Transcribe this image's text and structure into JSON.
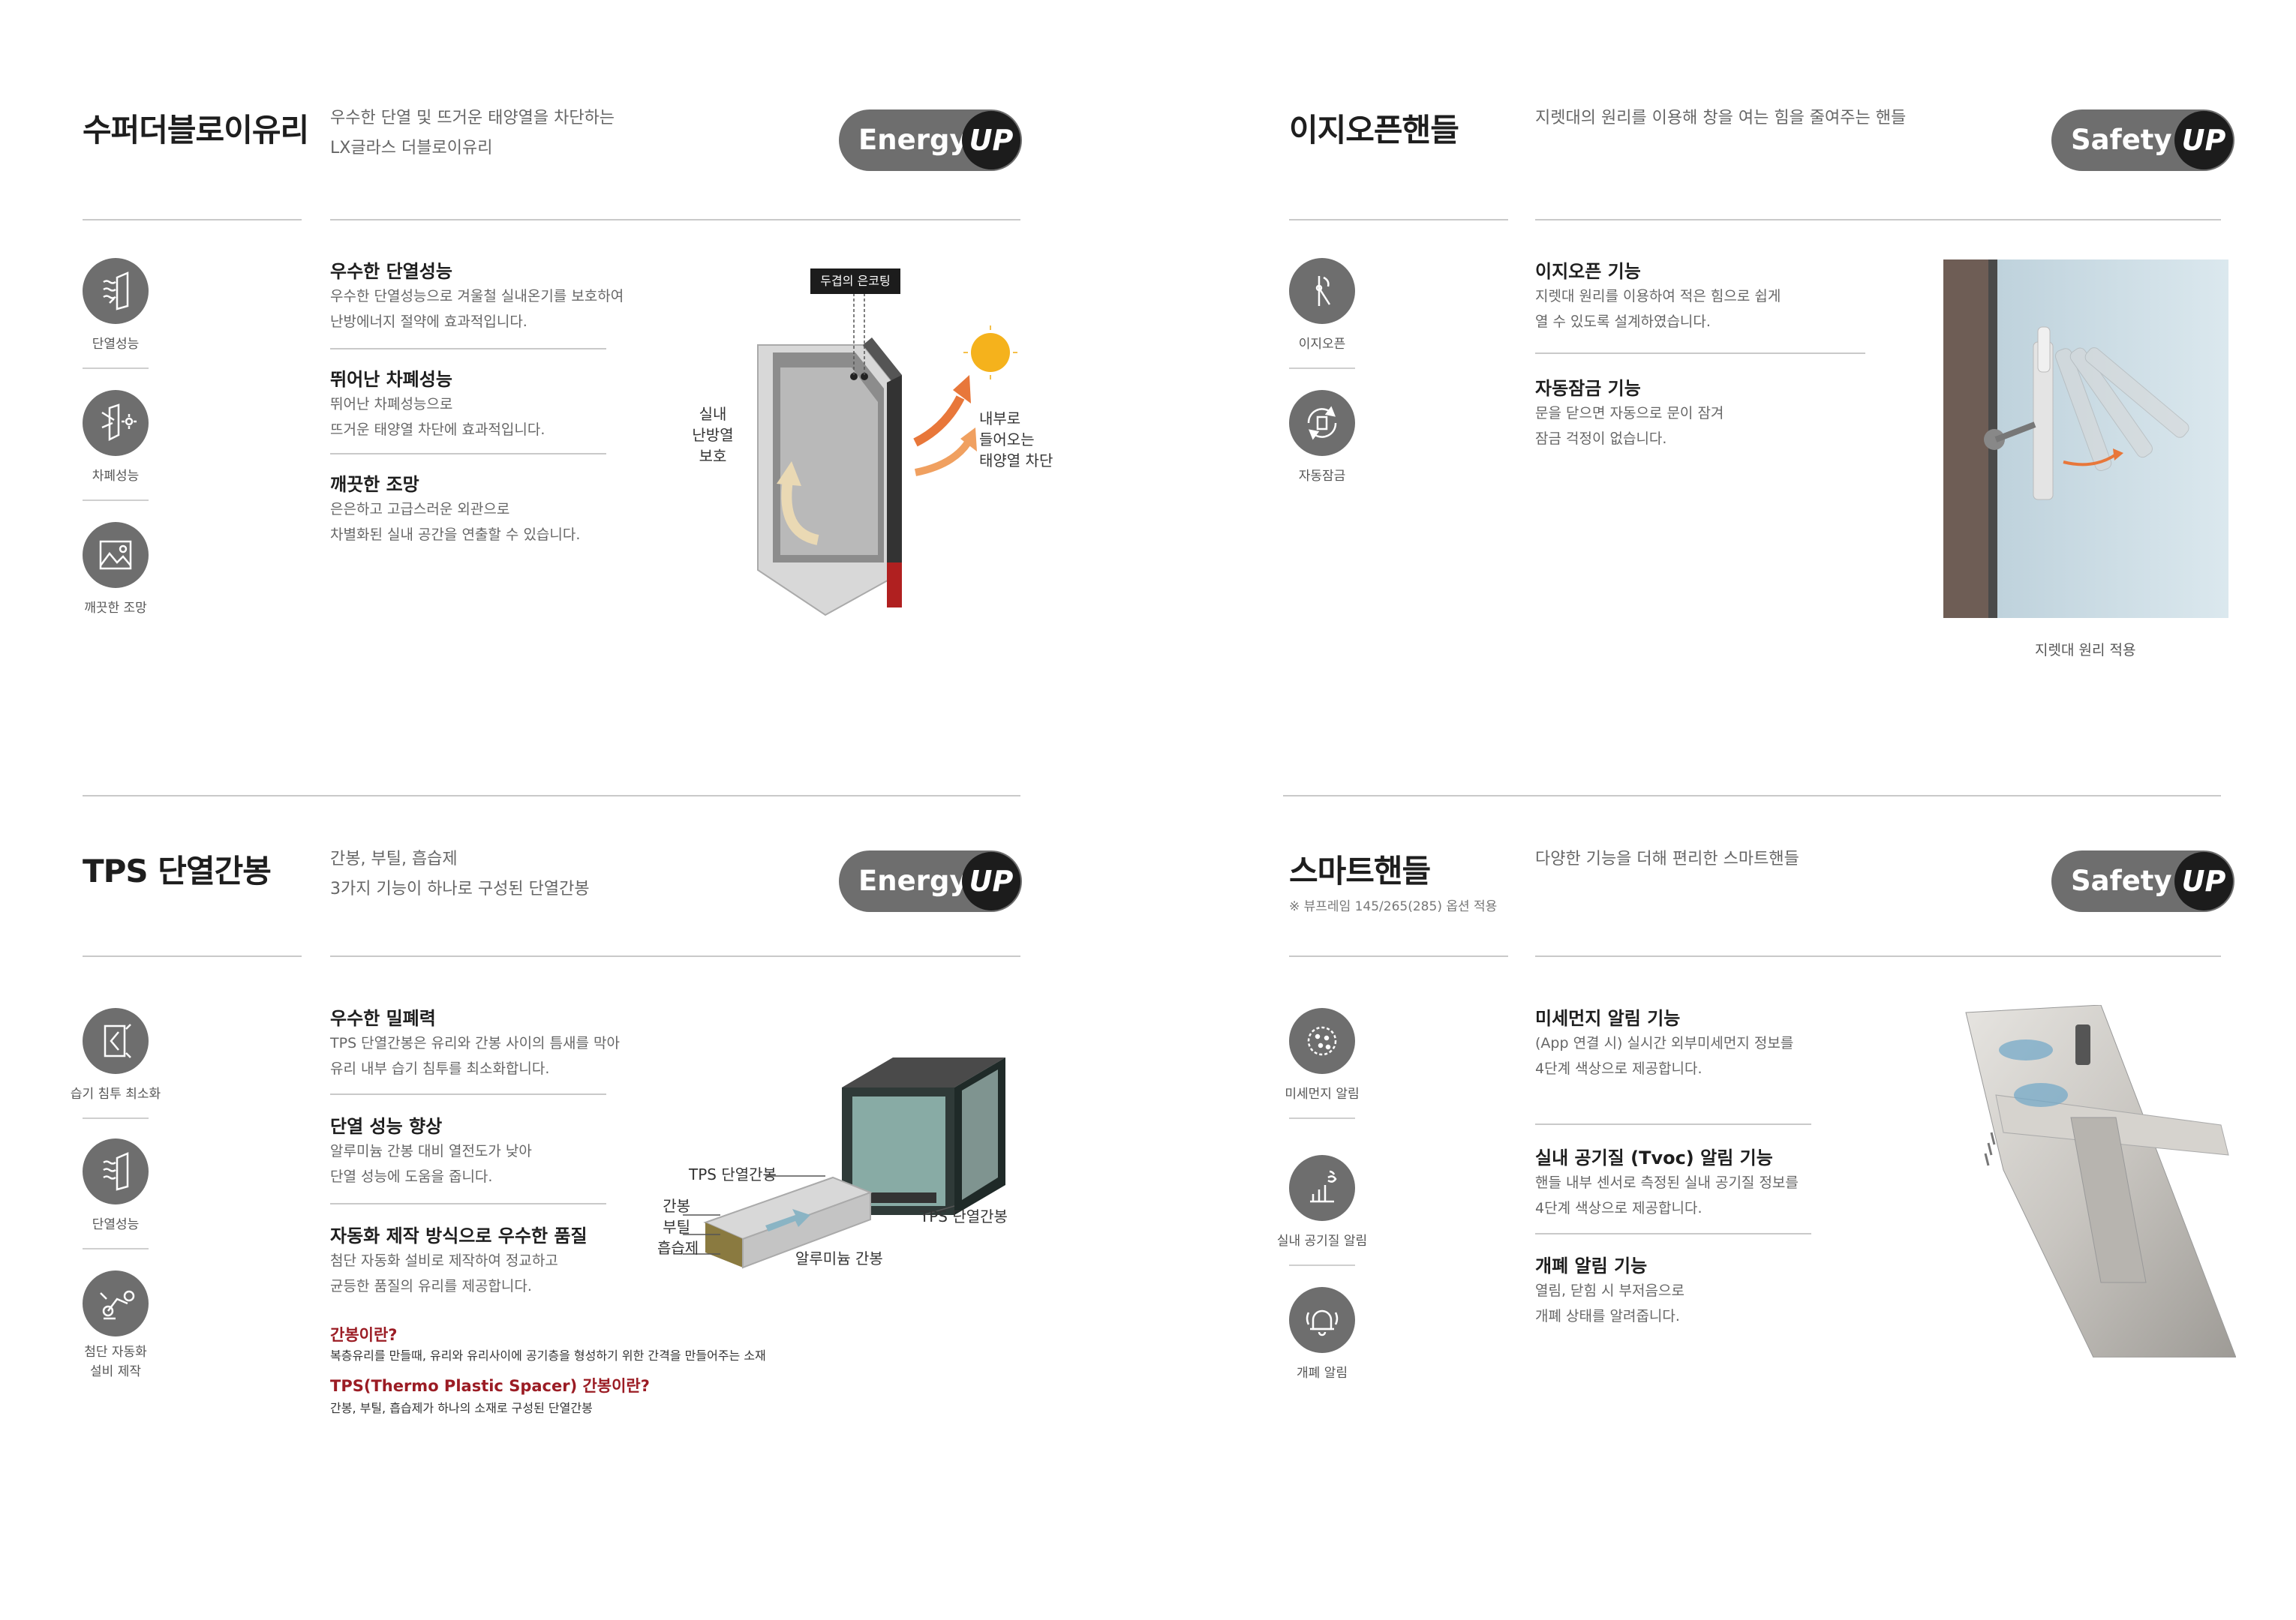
{
  "badges": {
    "energy": "Energy",
    "safety": "Safety",
    "up": "UP"
  },
  "colors": {
    "badge_bg": "#6e6e6e",
    "badge_circle": "#1c1c1c",
    "icon_bg": "#6e6e6e",
    "accent_red": "#9b1c24",
    "arrow_orange": "#e8773a"
  },
  "glass": {
    "title": "수퍼더블로이유리",
    "subtitle": [
      "우수한 단열 및 뜨거운 태양열을 차단하는",
      "LX글라스 더블로이유리"
    ],
    "icons": [
      {
        "name": "insulation-icon",
        "label": "단열성능"
      },
      {
        "name": "shielding-icon",
        "label": "차폐성능"
      },
      {
        "name": "view-icon",
        "label": "깨끗한 조망"
      }
    ],
    "features": [
      {
        "title": "우수한 단열성능",
        "desc": [
          "우수한 단열성능으로 겨울철 실내온기를 보호하여",
          "난방에너지 절약에 효과적입니다."
        ]
      },
      {
        "title": "뛰어난 차폐성능",
        "desc": [
          "뛰어난 차폐성능으로",
          "뜨거운 태양열 차단에 효과적입니다."
        ]
      },
      {
        "title": "깨끗한 조망",
        "desc": [
          "은은하고 고급스러운 외관으로",
          "차별화된 실내 공간을 연출할 수 있습니다."
        ]
      }
    ],
    "diagram": {
      "coating": "두겹의 은코팅",
      "left": [
        "실내",
        "난방열",
        "보호"
      ],
      "right": [
        "내부로",
        "들어오는",
        "태양열 차단"
      ]
    }
  },
  "easy": {
    "title": "이지오픈핸들",
    "subtitle": "지렛대의 원리를 이용해 창을 여는 힘을 줄여주는 핸들",
    "icons": [
      {
        "name": "easy-open-icon",
        "label": "이지오픈"
      },
      {
        "name": "auto-lock-icon",
        "label": "자동잠금"
      }
    ],
    "features": [
      {
        "title": "이지오픈 기능",
        "desc": [
          "지렛대 원리를 이용하여 적은 힘으로 쉽게",
          "열 수 있도록 설계하였습니다."
        ]
      },
      {
        "title": "자동잠금 기능",
        "desc": [
          "문을 닫으면 자동으로 문이 잠겨",
          "잠금 걱정이 없습니다."
        ]
      }
    ],
    "caption": "지렛대 원리 적용"
  },
  "tps": {
    "title": "TPS 단열간봉",
    "subtitle": [
      "간봉, 부틸, 흡습제",
      "3가지 기능이 하나로 구성된 단열간봉"
    ],
    "icons": [
      {
        "name": "moisture-block-icon",
        "label": "습기 침투 최소화"
      },
      {
        "name": "insulation-icon-2",
        "label": "단열성능"
      },
      {
        "name": "automation-icon",
        "label": "첨단 자동화\n설비 제작"
      }
    ],
    "features": [
      {
        "title": "우수한 밀폐력",
        "desc": [
          "TPS 단열간봉은 유리와 간봉 사이의 틈새를 막아",
          "유리 내부 습기 침투를 최소화합니다."
        ]
      },
      {
        "title": "단열 성능 향상",
        "desc": [
          "알루미늄 간봉 대비 열전도가 낮아",
          "단열 성능에 도움을 줍니다."
        ]
      },
      {
        "title": "자동화 제작 방식으로 우수한 품질",
        "desc": [
          "첨단 자동화 설비로 제작하여 정교하고",
          "균등한 품질의 유리를 제공합니다."
        ]
      }
    ],
    "notes": [
      {
        "q": "간봉이란?",
        "a": "복층유리를 만들때, 유리와 유리사이에 공기층을 형성하기 위한 간격을 만들어주는 소재"
      },
      {
        "q": "TPS(Thermo Plastic Spacer) 간봉이란?",
        "a": "간봉, 부틸, 흡습제가 하나의 소재로 구성된 단열간봉"
      }
    ],
    "diagram": {
      "tps1": "TPS 단열간봉",
      "tps2": "TPS 단열간봉",
      "parts": [
        "간봉",
        "부틸",
        "흡습제"
      ],
      "alu": "알루미늄 간봉"
    }
  },
  "smart": {
    "title": "스마트핸들",
    "note": "※ 뷰프레임 145/265(285) 옵션 적용",
    "subtitle": "다양한 기능을 더해 편리한 스마트핸들",
    "icons": [
      {
        "name": "fine-dust-icon",
        "label": "미세먼지 알림"
      },
      {
        "name": "air-quality-icon",
        "label": "실내 공기질 알림"
      },
      {
        "name": "bell-icon",
        "label": "개폐 알림"
      }
    ],
    "features": [
      {
        "title": "미세먼지 알림 기능",
        "desc": [
          "(App 연결 시) 실시간 외부미세먼지 정보를",
          "4단계 색상으로 제공합니다."
        ]
      },
      {
        "title": "실내 공기질 (Tvoc) 알림 기능",
        "desc": [
          "핸들 내부 센서로 측정된 실내 공기질 정보를",
          "4단계 색상으로 제공합니다."
        ]
      },
      {
        "title": "개폐 알림 기능",
        "desc": [
          "열림, 닫힘 시 부저음으로",
          "개폐 상태를 알려줍니다."
        ]
      }
    ]
  }
}
